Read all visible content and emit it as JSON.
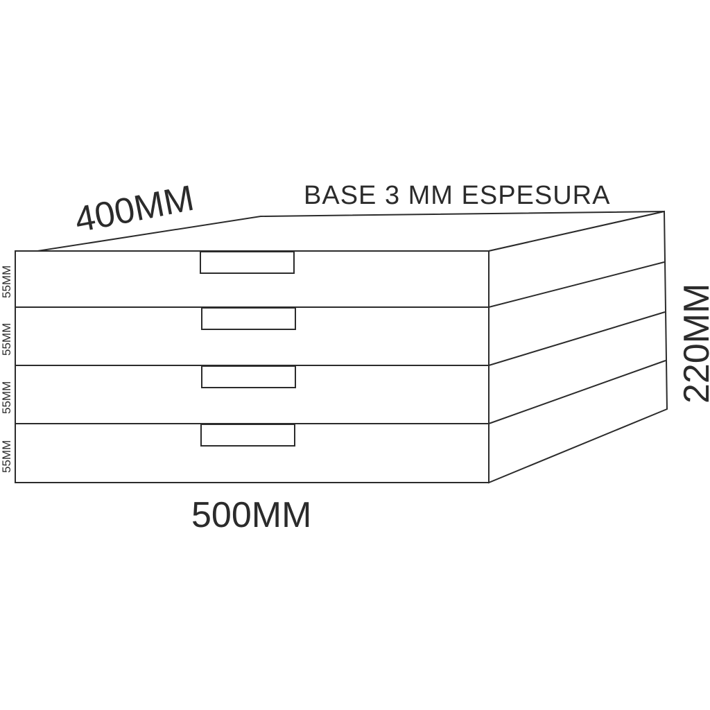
{
  "diagram": {
    "title": "BASE 3 MM ESPESURA",
    "width_label": "500MM",
    "depth_label": "400MM",
    "height_label": "220MM",
    "drawers": [
      {
        "height_label": "55MM"
      },
      {
        "height_label": "55MM"
      },
      {
        "height_label": "55MM"
      },
      {
        "height_label": "55MM"
      }
    ],
    "colors": {
      "line": "#2b2b2b",
      "background": "#ffffff"
    }
  }
}
